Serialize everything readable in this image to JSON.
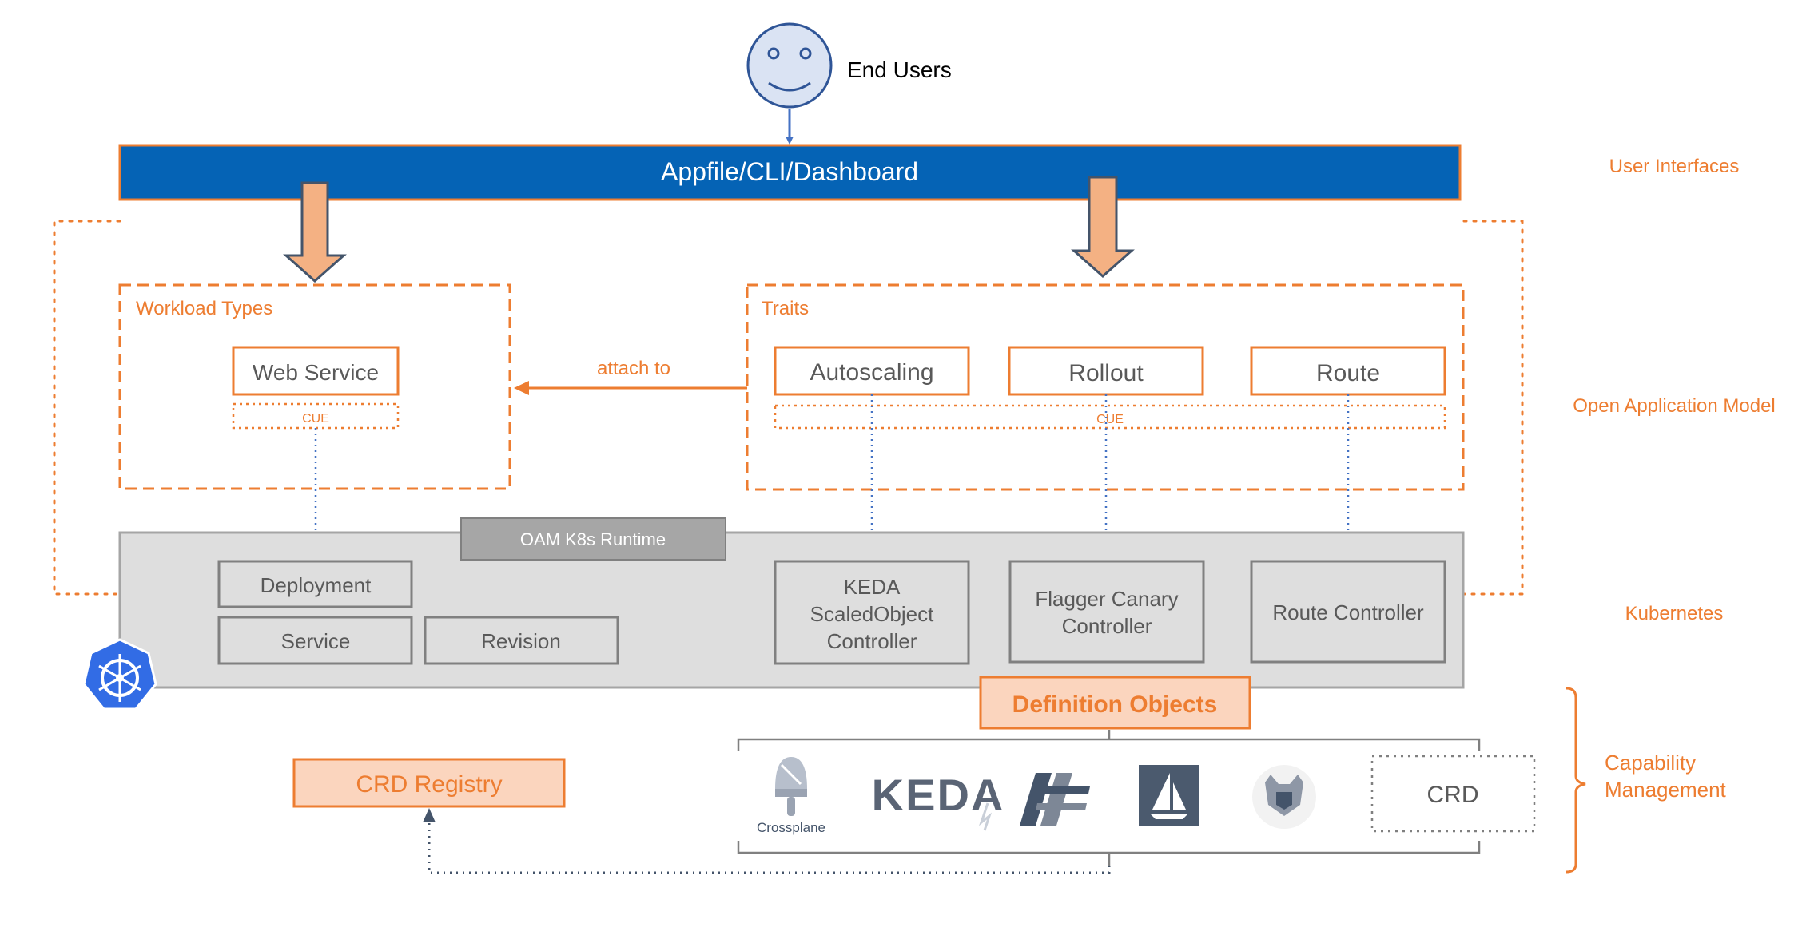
{
  "users": {
    "label": "End Users"
  },
  "interface_bar": {
    "label": "Appfile/CLI/Dashboard"
  },
  "layers": {
    "user_interfaces": "User Interfaces",
    "oam": "Open Application Model",
    "kubernetes": "Kubernetes",
    "capability": [
      "Capability",
      "Management"
    ]
  },
  "workload": {
    "title": "Workload Types",
    "item": "Web Service",
    "cue": "CUE"
  },
  "attach_label": "attach to",
  "traits": {
    "title": "Traits",
    "items": [
      "Autoscaling",
      "Rollout",
      "Route"
    ],
    "cue": "CUE"
  },
  "runtime": {
    "label": "OAM K8s Runtime",
    "deployment": "Deployment",
    "service": "Service",
    "revision": "Revision",
    "keda": [
      "KEDA",
      "ScaledObject",
      "Controller"
    ],
    "flagger": [
      "Flagger Canary",
      "Controller"
    ],
    "route": "Route Controller"
  },
  "definition_objects": "Definition Objects",
  "crd_registry": "CRD Registry",
  "logos": {
    "crossplane": "Crossplane",
    "keda": "KEDA",
    "crd": "CRD"
  },
  "colors": {
    "orange": "#ed7d31",
    "blue": "#0563b5",
    "runtime_fill": "#dedede",
    "gray_border": "#808080",
    "peach": "#fbd5be",
    "arrow_fill": "#f4b183",
    "k8s_blue": "#326ce5"
  }
}
